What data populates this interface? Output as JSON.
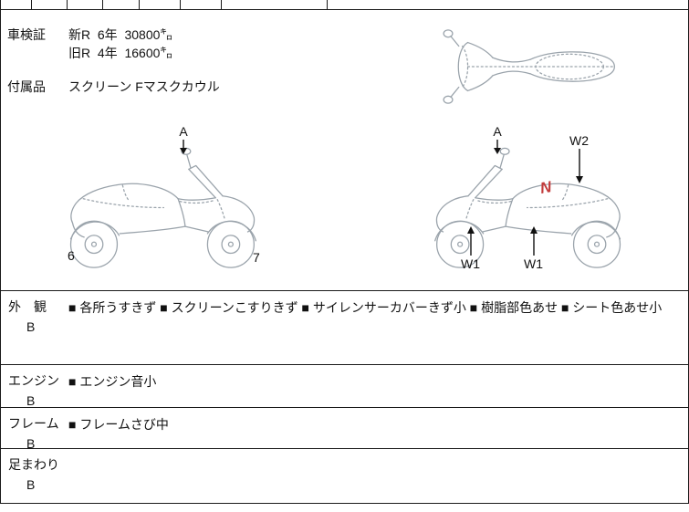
{
  "header": {
    "shaken_label": "車検証",
    "shaken_new": "新R  6年  30800㌔",
    "shaken_old": "旧R  4年  16600㌔",
    "accessories_label": "付属品",
    "accessories_value": "スクリーン Fマスクカウル"
  },
  "annotations": {
    "a_left": "A",
    "a_right": "A",
    "w2": "W2",
    "w1_first": "W1",
    "w1_second": "W1",
    "num_6": "6",
    "num_7": "7",
    "mark_n": "N"
  },
  "notes": {
    "rows": [
      {
        "label": "外　観",
        "grade": "B",
        "text": "■ 各所うすきず ■ スクリーンこすりきず ■ サイレンサーカバーきず小 ■ 樹脂部色あせ ■ シート色あせ小"
      },
      {
        "label": "エンジン",
        "grade": "B",
        "text": "■ エンジン音小"
      },
      {
        "label": "フレーム",
        "grade": "B",
        "text": "■ フレームさび中"
      },
      {
        "label": "足まわり",
        "grade": "B",
        "text": ""
      }
    ]
  },
  "colors": {
    "grid_line": "#1a1a1a",
    "sketch": "#9aa3ab",
    "repair_mark": "#c23b3b"
  }
}
